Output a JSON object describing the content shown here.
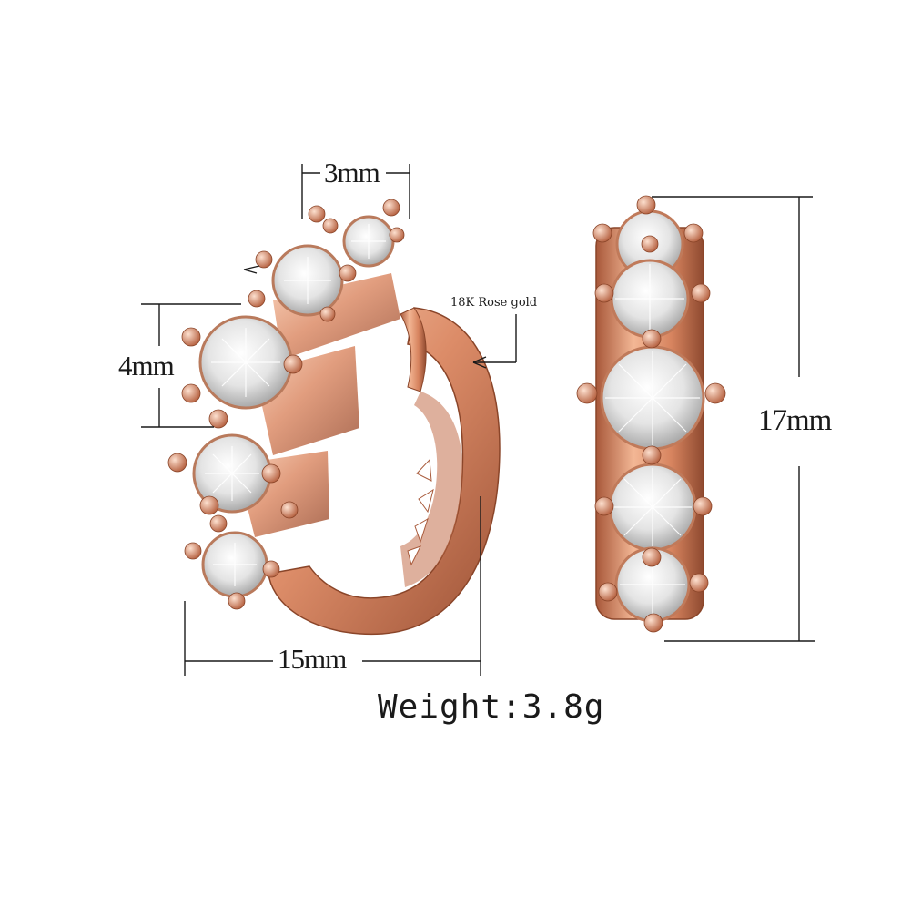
{
  "product": {
    "material_label": "18K Rose gold",
    "weight_label": "Weight:3.8g",
    "dimensions": {
      "stone_width": "3mm",
      "stone_height": "4mm",
      "hoop_width": "15mm",
      "hoop_height": "17mm"
    }
  },
  "colors": {
    "rose_gold": "#d98a66",
    "rose_gold_dark": "#9a4f35",
    "rose_gold_light": "#f6c2a4",
    "stone": "#f2f2f2",
    "dimension_line": "#1a1a1a",
    "background": "#ffffff"
  }
}
